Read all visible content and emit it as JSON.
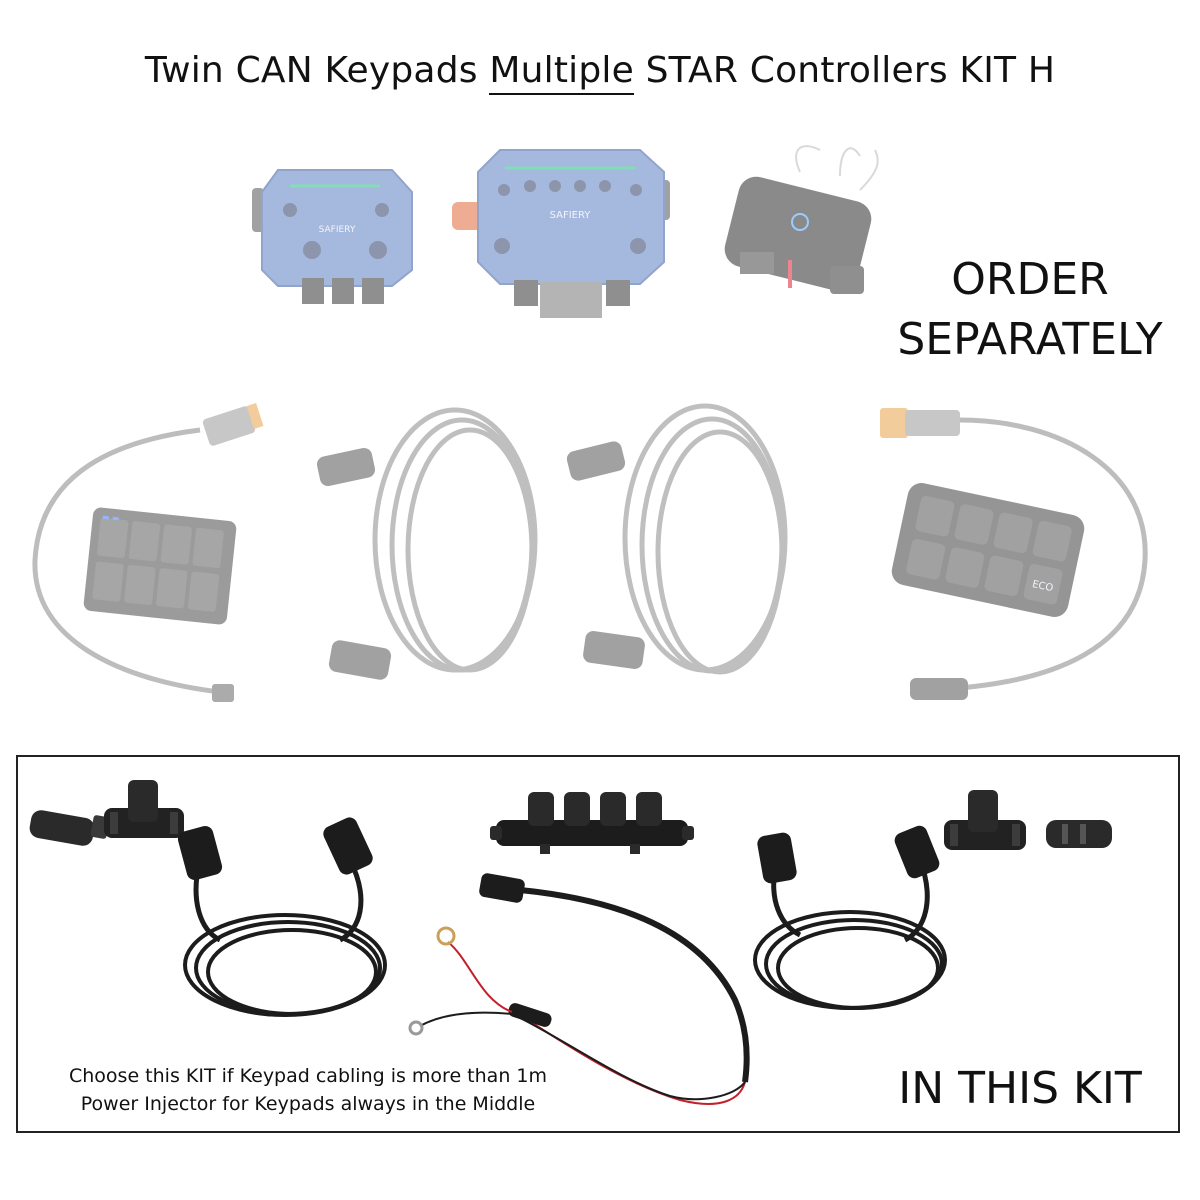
{
  "title": {
    "before": "Twin CAN Keypads ",
    "underlined": "Multiple",
    "after": " STAR Controllers KIT H"
  },
  "order_label": {
    "line1": "ORDER",
    "line2": "SEPARATELY"
  },
  "kit": {
    "label": "IN THIS KIT",
    "note_line1": "Choose this KIT if Keypad cabling is more than 1m",
    "note_line2": "Power Injector for Keypads always in the Middle"
  },
  "controller_brand": "SAFIERY",
  "keypad_button_label": "ECO",
  "colors": {
    "controller_blue": "#5b7fc4",
    "cable_faded": "#b8b8b8",
    "cable_dark": "#1c1c1c",
    "power_red": "#c4202a"
  }
}
